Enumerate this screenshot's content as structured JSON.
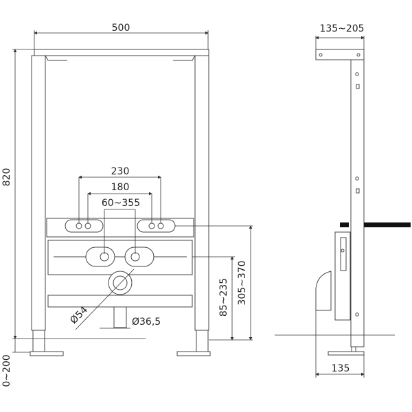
{
  "front_view": {
    "width": "500",
    "height": "820",
    "foot_adjust": "0~200",
    "outer_connections": "230",
    "inner_connections": "180",
    "pipe_spacing": "60~355",
    "pipe_height": "85~235",
    "plate_height": "305~370",
    "drain_diameter": "Ø54",
    "outlet_diameter": "Ø36,5"
  },
  "side_view": {
    "depth_range": "135~205",
    "depth": "135"
  }
}
